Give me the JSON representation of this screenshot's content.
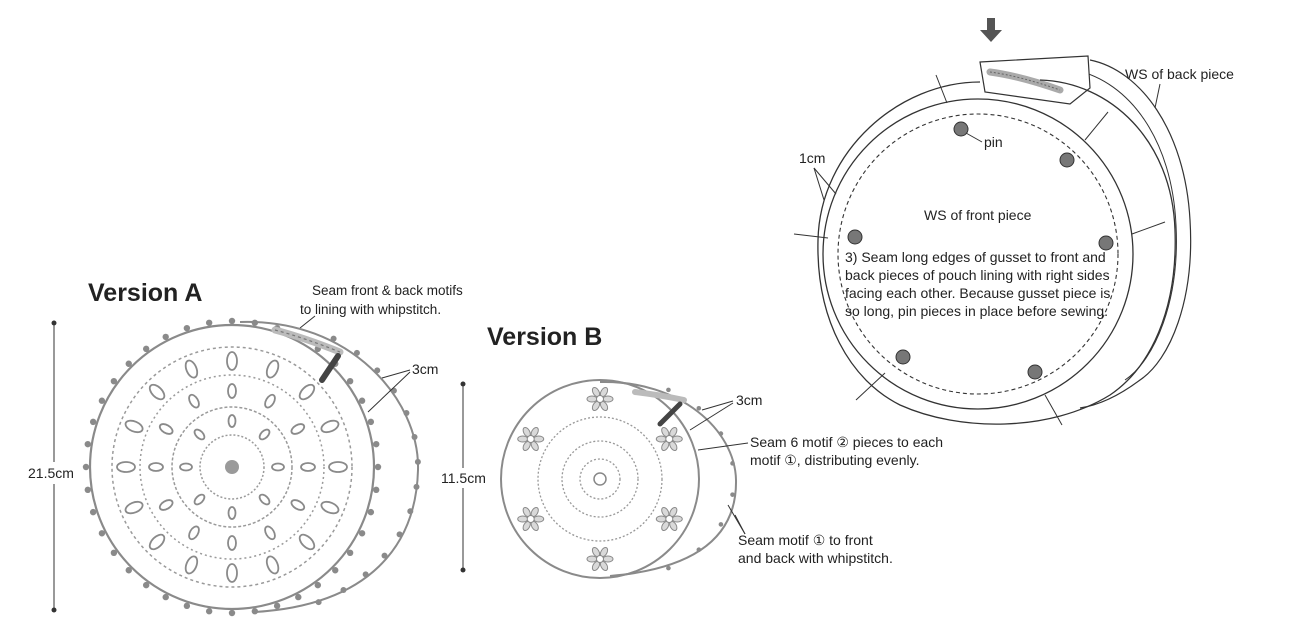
{
  "version_a": {
    "title": "Version A",
    "seam_note_line1": "Seam front & back motifs",
    "seam_note_line2": "to lining with whipstitch.",
    "width_label": "3cm",
    "height_label": "21.5cm"
  },
  "version_b": {
    "title": "Version B",
    "width_label": "3cm",
    "height_label": "11.5cm",
    "seam6_line1": "Seam 6 motif ② pieces to each",
    "seam6_line2": "motif ①, distributing evenly.",
    "seam1_line1": "Seam motif ① to front",
    "seam1_line2": "and back with whipstitch."
  },
  "lining": {
    "back_label": "WS of back piece",
    "front_label": "WS of front piece",
    "pin_label": "pin",
    "seam_allowance_label": "1cm",
    "instruction_lines": [
      "3) Seam long edges of gusset to front and",
      "back pieces of pouch lining with right sides",
      "facing each other. Because gusset piece is",
      "so long, pin pieces in place before sewing."
    ]
  },
  "colors": {
    "crochet": "#8a8a8a",
    "line": "#333333",
    "pin": "#6e6e6e"
  }
}
